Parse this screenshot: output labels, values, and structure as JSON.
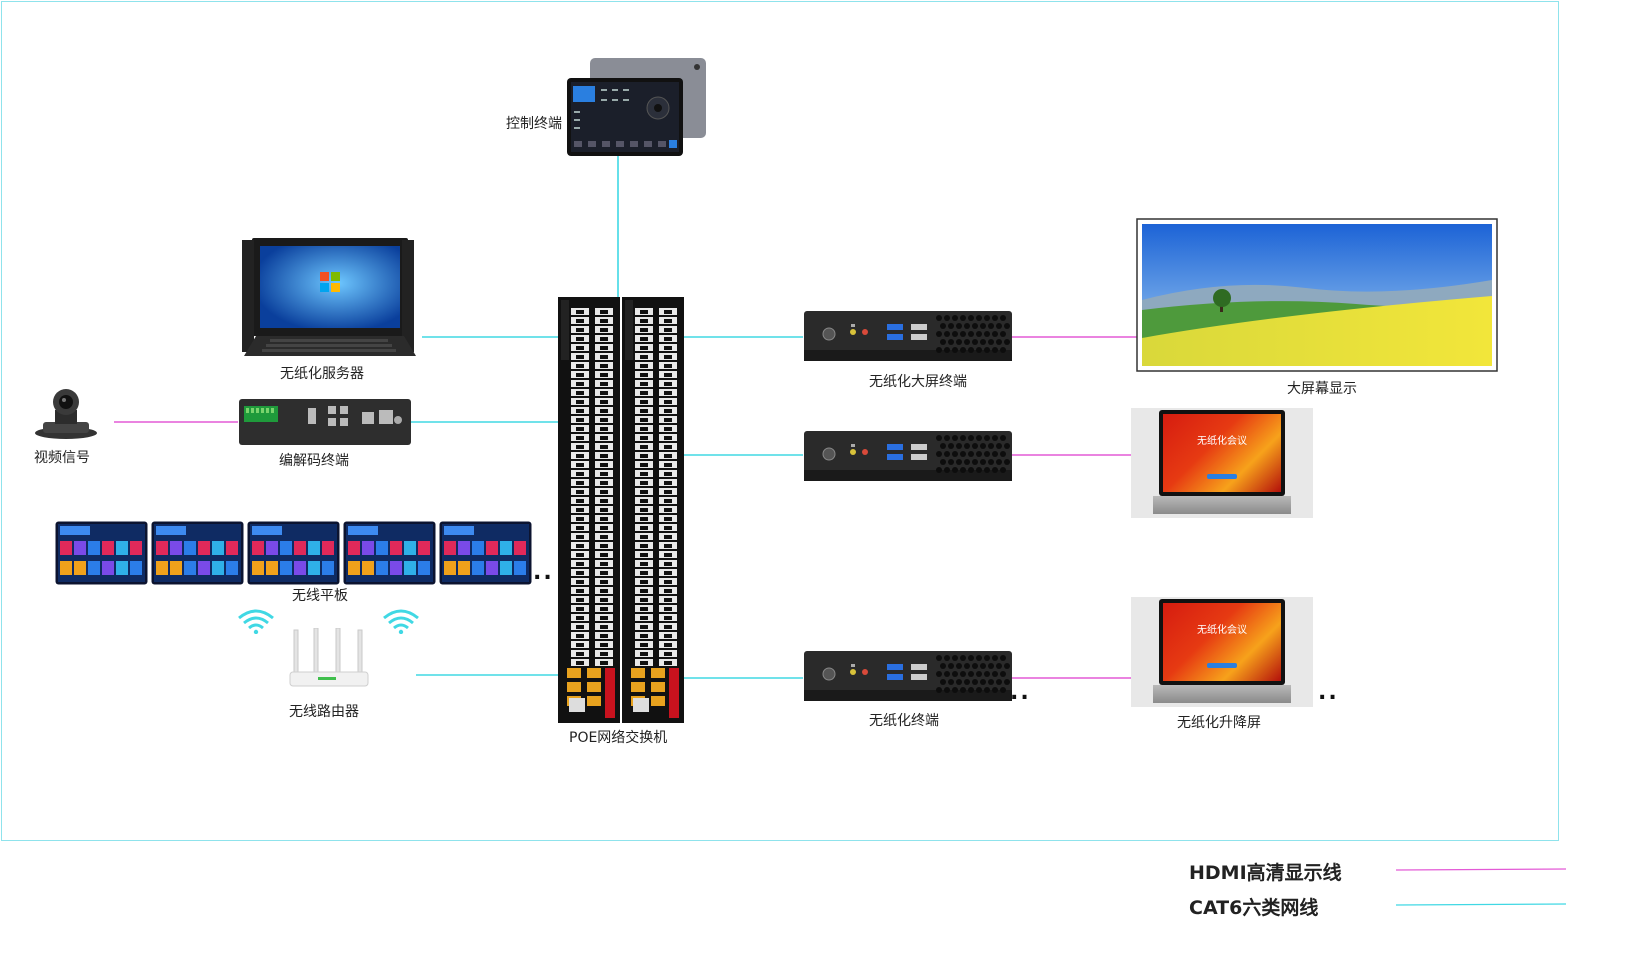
{
  "colors": {
    "hdmi": "#e35ad6",
    "cat6": "#40d8e4",
    "frame": "#8fe3ec"
  },
  "labels": {
    "control_terminal": "控制终端",
    "paperless_server": "无纸化服务器",
    "video_signal": "视频信号",
    "codec_terminal": "编解码终端",
    "wireless_tablet": "无线平板",
    "wireless_router": "无线路由器",
    "poe_switch": "POE网络交换机",
    "bigscreen_terminal": "无纸化大屏终端",
    "big_screen_display": "大屏幕显示",
    "paperless_terminal": "无纸化终端",
    "lift_screen": "无纸化升降屏"
  },
  "lift_screen_ui": {
    "title": "无纸化会议"
  },
  "ellipsis": {
    "tablets": "..",
    "terminals": "..",
    "lift_screens": ".."
  },
  "legend": [
    {
      "label": "HDMI高清显示线",
      "line": "hdmi"
    },
    {
      "label": "CAT6六类网线",
      "line": "cat6"
    }
  ]
}
